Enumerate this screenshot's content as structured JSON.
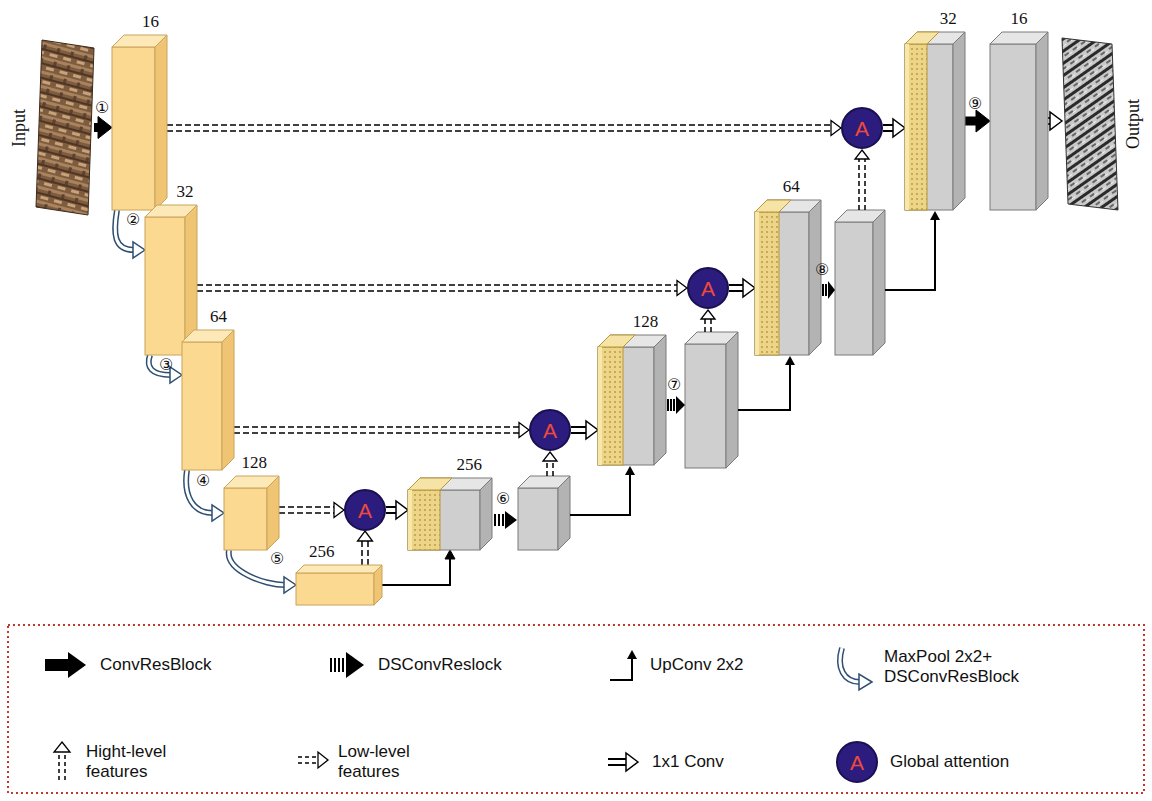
{
  "diagram": {
    "nodes": [
      {
        "text": [
          "Input"
        ]
      },
      {
        "text": [
          "16"
        ]
      },
      {
        "text": [
          "32"
        ]
      },
      {
        "text": [
          "64"
        ]
      },
      {
        "text": [
          "128"
        ]
      },
      {
        "text": [
          "256"
        ]
      },
      {
        "text": [
          "A"
        ]
      },
      {
        "text": [
          "256"
        ]
      },
      {
        "text": [
          "A"
        ]
      },
      {
        "text": [
          "128"
        ]
      },
      {
        "text": [
          "A"
        ]
      },
      {
        "text": [
          "64"
        ]
      },
      {
        "text": [
          "A"
        ]
      },
      {
        "text": [
          "32"
        ]
      },
      {
        "text": [
          "16"
        ]
      },
      {
        "text": [
          "Output"
        ]
      }
    ],
    "edges": [
      {
        "from": 0,
        "to": 1,
        "arrow": "to"
      },
      {
        "from": 1,
        "to": 2,
        "arrow": "to"
      },
      {
        "from": 2,
        "to": 3,
        "arrow": "to"
      },
      {
        "from": 3,
        "to": 4,
        "arrow": "to"
      },
      {
        "from": 4,
        "to": 5,
        "arrow": "to"
      },
      {
        "from": 1,
        "to": 12,
        "arrow": "to"
      },
      {
        "from": 2,
        "to": 10,
        "arrow": "to"
      },
      {
        "from": 3,
        "to": 8,
        "arrow": "to"
      },
      {
        "from": 4,
        "to": 6,
        "arrow": "to"
      },
      {
        "from": 6,
        "to": 7,
        "arrow": "to"
      },
      {
        "from": 8,
        "to": 9,
        "arrow": "to"
      },
      {
        "from": 10,
        "to": 11,
        "arrow": "to"
      },
      {
        "from": 12,
        "to": 13,
        "arrow": "to"
      },
      {
        "from": 5,
        "to": 7,
        "arrow": "to"
      },
      {
        "from": 5,
        "to": 6,
        "arrow": "to"
      },
      {
        "from": 13,
        "to": 14,
        "arrow": "to"
      },
      {
        "from": 14,
        "to": 15,
        "arrow": "to"
      }
    ],
    "labels": [
      "①",
      "②",
      "③",
      "④",
      "⑤",
      "⑥",
      "⑦",
      "⑧",
      "⑨",
      "A"
    ],
    "legend": [
      {
        "text": "ConvResBlock"
      },
      {
        "text": "DSConvReslock"
      },
      {
        "text": "UpConv 2x2"
      },
      {
        "text": "MaxPool 2x2+ DSConvResBlock"
      },
      {
        "text": "Hight-level features"
      },
      {
        "text": "Low-level features"
      },
      {
        "text": "1x1 Conv"
      },
      {
        "text": "Global attention"
      }
    ]
  }
}
